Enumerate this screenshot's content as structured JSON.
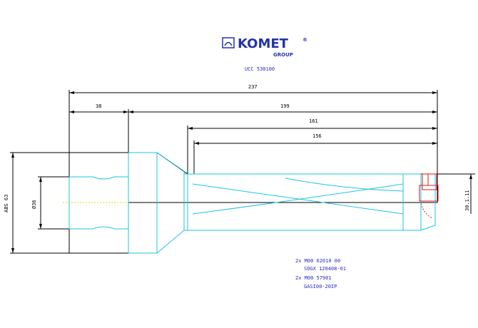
{
  "logo": {
    "brand": "KOMET",
    "registered": "®",
    "sub": "GROUP"
  },
  "part_code": "UCC 530100",
  "dimensions": {
    "overall_length": "237",
    "shank_length": "38",
    "body_length": "199",
    "length_161": "161",
    "length_156": "156",
    "flange_diameter": "ABS 63",
    "shank_diameter": "Ø36",
    "cutting_diameter": "30.1.11"
  },
  "component_list": [
    "2x M00 62010 00",
    "SOGX 120408-01",
    "2x M00 57901",
    "GASI00-20IP"
  ],
  "colors": {
    "outline": "#000000",
    "body": "#1fc4e0",
    "insert": "#e01818",
    "centerline": "#e8d400",
    "text_blue": "#2b2bbf"
  }
}
